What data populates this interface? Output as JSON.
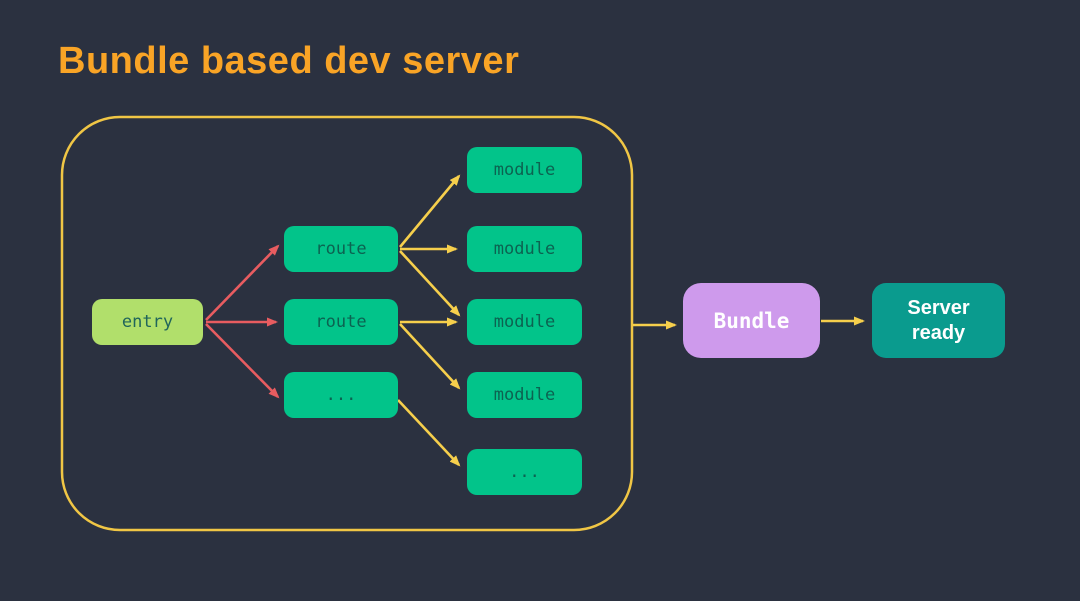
{
  "title": "Bundle based dev server",
  "colors": {
    "background": "#2B3140",
    "title": "#F9A426",
    "container_border": "#F0C645",
    "arrow_yellow": "#F6CF4C",
    "arrow_red": "#E85C60",
    "entry_fill": "#B1DF6B",
    "entry_text": "#20655B",
    "node_green_fill": "#02C48A",
    "node_text_dark": "#0C6351",
    "bundle_fill": "#CE9AEC",
    "server_fill": "#0A9B8E",
    "white_text": "#FFFFFF"
  },
  "diagram": {
    "entry": {
      "label": "entry"
    },
    "routes": [
      {
        "label": "route"
      },
      {
        "label": "route"
      },
      {
        "label": "..."
      }
    ],
    "modules": [
      {
        "label": "module"
      },
      {
        "label": "module"
      },
      {
        "label": "module"
      },
      {
        "label": "module"
      },
      {
        "label": "..."
      }
    ],
    "bundle": {
      "label": "Bundle"
    },
    "server_ready": {
      "label": "Server ready"
    }
  }
}
